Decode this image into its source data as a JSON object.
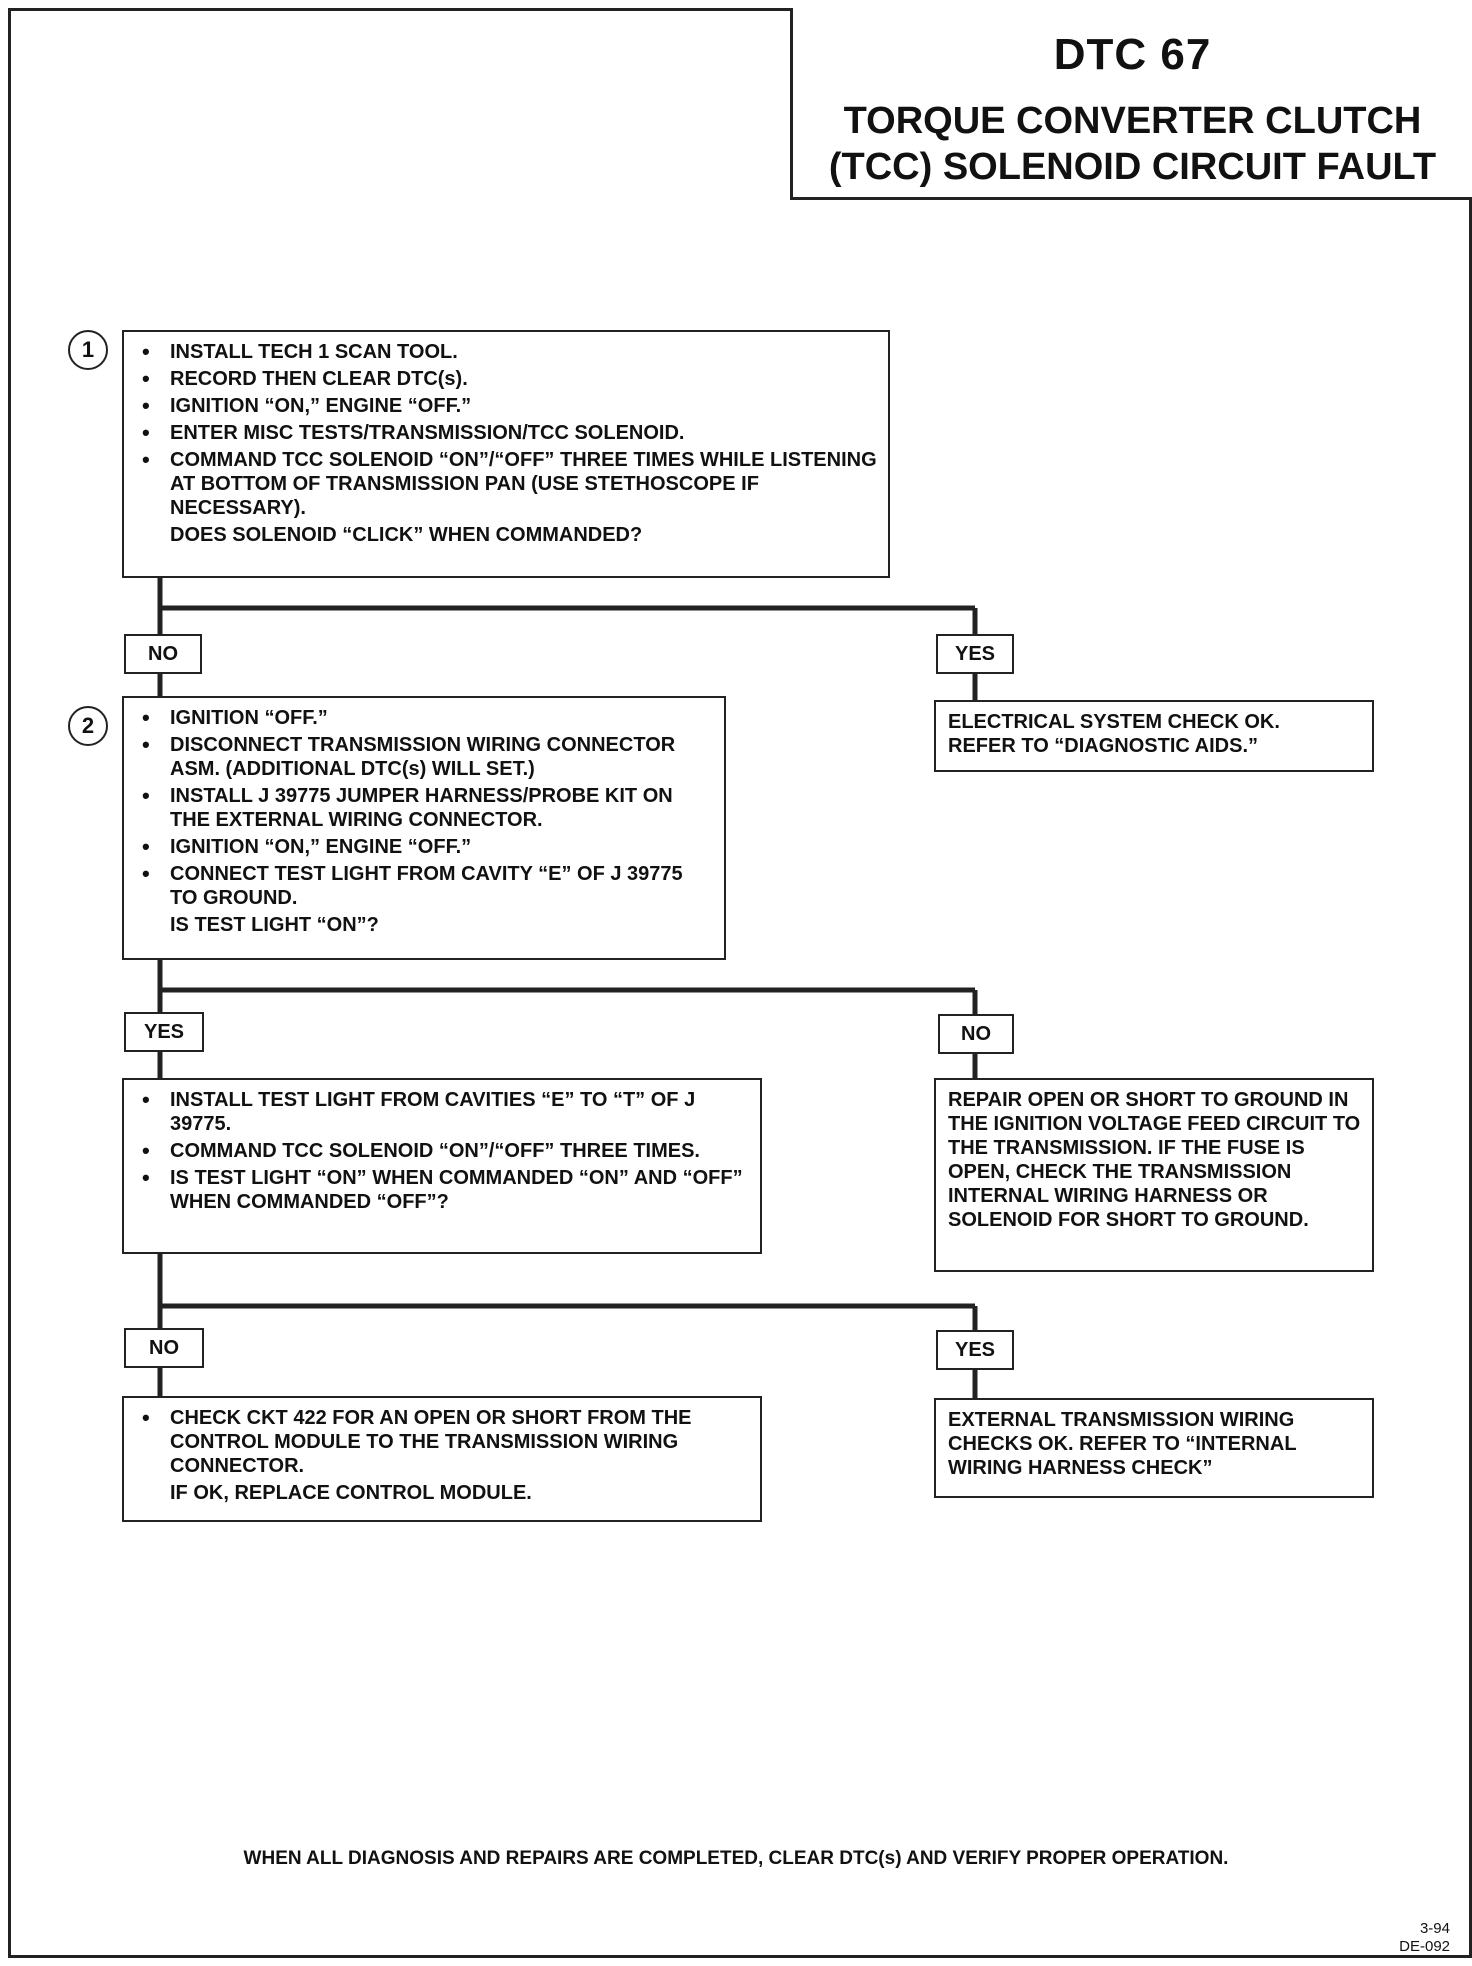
{
  "title": {
    "code": "DTC 67",
    "line1": "TORQUE CONVERTER CLUTCH",
    "line2": "(TCC) SOLENOID CIRCUIT FAULT"
  },
  "step1": {
    "number": "1",
    "items": [
      "INSTALL TECH 1 SCAN TOOL.",
      "RECORD THEN CLEAR DTC(s).",
      "IGNITION “ON,” ENGINE “OFF.”",
      "ENTER MISC TESTS/TRANSMISSION/TCC SOLENOID.",
      "COMMAND TCC SOLENOID “ON”/“OFF” THREE TIMES WHILE LISTENING AT BOTTOM OF TRANSMISSION PAN (USE STETHOSCOPE IF NECESSARY)."
    ],
    "question": "DOES SOLENOID “CLICK” WHEN COMMANDED?"
  },
  "branch1": {
    "left": "NO",
    "right": "YES"
  },
  "step1_yes": {
    "lines": [
      "ELECTRICAL SYSTEM CHECK OK.",
      "REFER TO “DIAGNOSTIC AIDS.”"
    ]
  },
  "step2": {
    "number": "2",
    "items": [
      "IGNITION “OFF.”",
      "DISCONNECT TRANSMISSION WIRING CONNECTOR ASM. (ADDITIONAL DTC(s) WILL SET.)",
      "INSTALL J 39775 JUMPER HARNESS/PROBE KIT ON THE EXTERNAL WIRING CONNECTOR.",
      "IGNITION “ON,” ENGINE “OFF.”",
      "CONNECT TEST LIGHT FROM CAVITY “E” OF J 39775 TO GROUND."
    ],
    "question": "IS TEST LIGHT “ON”?"
  },
  "branch2": {
    "left": "YES",
    "right": "NO"
  },
  "step2_no": {
    "text": "REPAIR OPEN OR SHORT TO GROUND IN THE IGNITION VOLTAGE FEED CIRCUIT TO THE TRANSMISSION. IF THE FUSE IS OPEN, CHECK THE TRANSMISSION INTERNAL WIRING HARNESS OR SOLENOID FOR SHORT TO GROUND."
  },
  "step3": {
    "items": [
      "INSTALL TEST LIGHT FROM CAVITIES “E” TO “T” OF J 39775.",
      "COMMAND TCC SOLENOID “ON”/“OFF” THREE TIMES.",
      "IS TEST LIGHT “ON” WHEN COMMANDED “ON” AND “OFF” WHEN COMMANDED “OFF”?"
    ]
  },
  "branch3": {
    "left": "NO",
    "right": "YES"
  },
  "step3_no": {
    "items": [
      "CHECK CKT 422 FOR AN OPEN OR SHORT FROM THE CONTROL MODULE TO THE TRANSMISSION WIRING CONNECTOR."
    ],
    "question": "IF OK, REPLACE CONTROL MODULE."
  },
  "step3_yes": {
    "text": "EXTERNAL TRANSMISSION WIRING CHECKS OK. REFER TO “INTERNAL WIRING HARNESS CHECK”"
  },
  "footer": "WHEN ALL DIAGNOSIS AND REPAIRS ARE COMPLETED, CLEAR DTC(s) AND VERIFY PROPER OPERATION.",
  "figure_code": {
    "line1": "3-94",
    "line2": "DE-092"
  }
}
